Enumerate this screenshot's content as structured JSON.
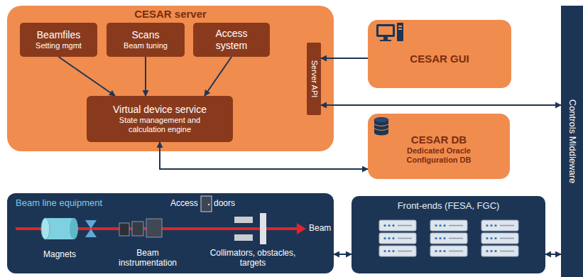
{
  "diagram": {
    "nodes": [
      {
        "text": [
          "CESAR server"
        ]
      },
      {
        "text": [
          "Beamfiles",
          "Setting mgmt"
        ],
        "in": 0
      },
      {
        "text": [
          "Scans",
          "Beam tuning"
        ],
        "in": 0
      },
      {
        "text": [
          "Access system"
        ],
        "in": 0
      },
      {
        "text": [
          "Virtual device service",
          "State management and calculation engine"
        ],
        "in": 0
      },
      {
        "text": [
          "Server API"
        ],
        "in": 0
      },
      {
        "text": [
          "CESAR GUI"
        ]
      },
      {
        "text": [
          "CESAR DB",
          "Dedicated Oracle Configuration DB"
        ]
      },
      {
        "text": [
          "Controls Middleware"
        ]
      },
      {
        "text": [
          "Beam line equipment"
        ]
      },
      {
        "text": [
          "Front-ends (FESA, FGC)"
        ]
      }
    ],
    "edges": [
      {
        "from": 1,
        "to": 4,
        "arrow": "to"
      },
      {
        "from": 2,
        "to": 4,
        "arrow": "to"
      },
      {
        "from": 3,
        "to": 4,
        "arrow": "to"
      },
      {
        "from": 6,
        "to": 5,
        "arrow": "to"
      },
      {
        "from": 5,
        "to": 8,
        "arrow": "both"
      },
      {
        "from": 4,
        "to": 7,
        "arrow": "both"
      },
      {
        "from": 9,
        "to": 10,
        "arrow": "both"
      },
      {
        "from": 10,
        "to": 8,
        "arrow": "both"
      }
    ],
    "labels": [
      "Access",
      "doors",
      "Magnets",
      "Beam instrumentation",
      "Collimators, obstacles, targets",
      "Beam"
    ]
  }
}
